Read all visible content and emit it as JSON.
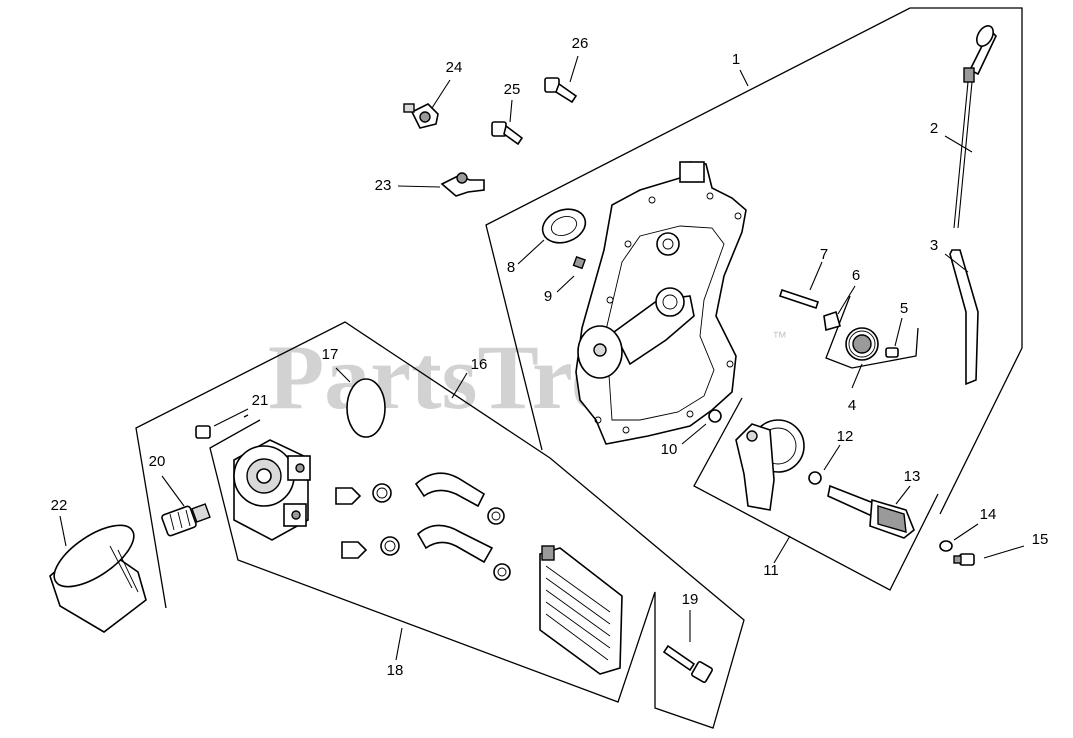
{
  "watermark": {
    "text": "PartsTree",
    "trademark": "™"
  },
  "callouts": [
    {
      "id": "1",
      "label": "1"
    },
    {
      "id": "2",
      "label": "2"
    },
    {
      "id": "3",
      "label": "3"
    },
    {
      "id": "4",
      "label": "4"
    },
    {
      "id": "5",
      "label": "5"
    },
    {
      "id": "6",
      "label": "6"
    },
    {
      "id": "7",
      "label": "7"
    },
    {
      "id": "8",
      "label": "8"
    },
    {
      "id": "9",
      "label": "9"
    },
    {
      "id": "10",
      "label": "10"
    },
    {
      "id": "11",
      "label": "11"
    },
    {
      "id": "12",
      "label": "12"
    },
    {
      "id": "13",
      "label": "13"
    },
    {
      "id": "14",
      "label": "14"
    },
    {
      "id": "15",
      "label": "15"
    },
    {
      "id": "16",
      "label": "16"
    },
    {
      "id": "17",
      "label": "17"
    },
    {
      "id": "18",
      "label": "18"
    },
    {
      "id": "19",
      "label": "19"
    },
    {
      "id": "20",
      "label": "20"
    },
    {
      "id": "21",
      "label": "21"
    },
    {
      "id": "22",
      "label": "22"
    },
    {
      "id": "23",
      "label": "23"
    },
    {
      "id": "24",
      "label": "24"
    },
    {
      "id": "25",
      "label": "25"
    },
    {
      "id": "26",
      "label": "26"
    }
  ]
}
